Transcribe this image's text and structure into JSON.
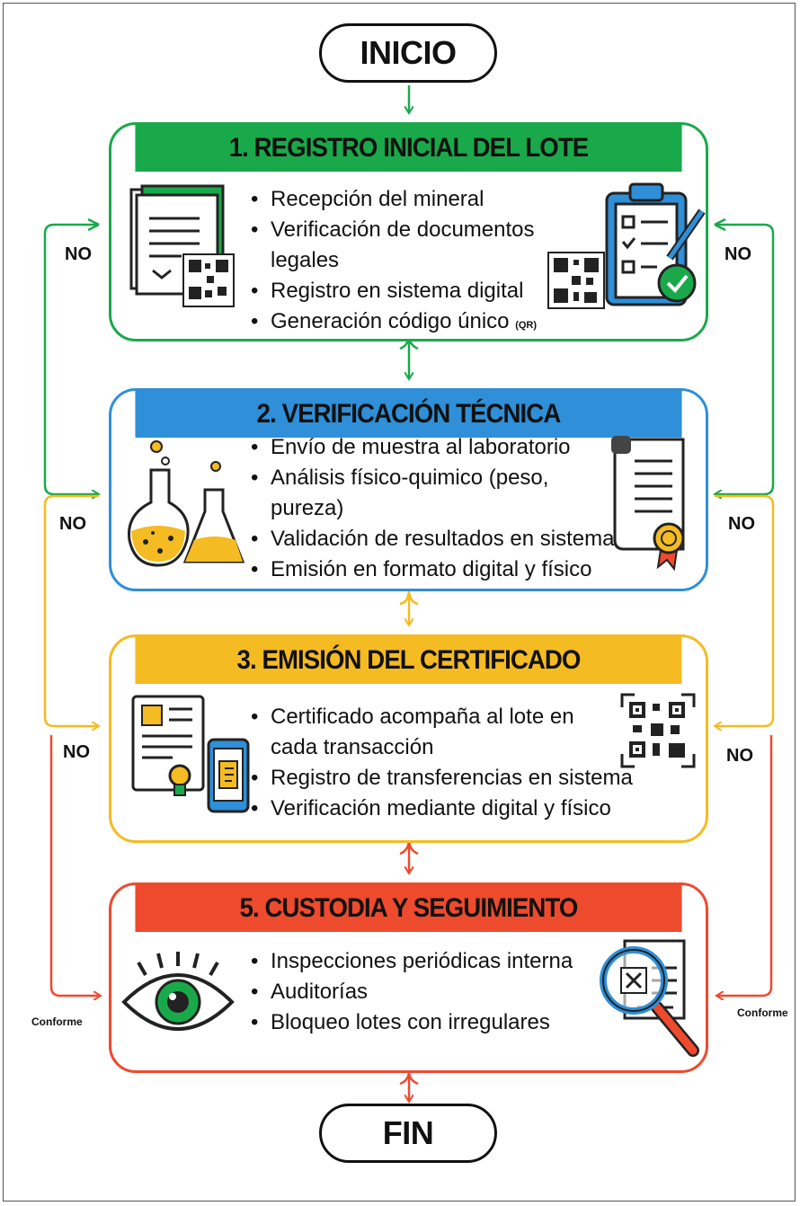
{
  "start_label": "INICIO",
  "end_label": "FIN",
  "colors": {
    "green": "#1aa94a",
    "blue": "#2f8fd8",
    "yellow": "#f5bb22",
    "red": "#ee4a2e",
    "dark": "#222222"
  },
  "stages": [
    {
      "title": "1. REGISTRO INICIAL DEL LOTE",
      "items": [
        "Recepción del mineral",
        "Verificación de documentos legales",
        "Registro en sistema digital",
        "Generación código único"
      ],
      "qr_note": "(QR)"
    },
    {
      "title": "2. VERIFICACIÓN TÉCNICA",
      "items": [
        "Envío de muestra al laboratorio",
        "Análisis físico-quimico (peso, pureza)",
        "Validación de resultados en sistema",
        "Emisión en formato digital y físico"
      ]
    },
    {
      "title": "3. EMISIÓN DEL CERTIFICADO",
      "items": [
        "Certificado acompaña al lote en cada transacción",
        "Registro de transferencias en sistema",
        "Verificación mediante digital y físico"
      ]
    },
    {
      "title": "5. CUSTODIA Y SEGUIMIENTO",
      "items": [
        "Inspecciones periódicas interna",
        "Auditorías",
        "Bloqueo lotes con irregulares"
      ]
    }
  ],
  "loop_labels": {
    "green_left": "NO",
    "green_right": "NO",
    "yellow_left": "NO",
    "yellow_right": "NO",
    "red_left": "NO",
    "red_right": "NO",
    "red_left_bottom": "Conforme",
    "red_right_bottom": "Conforme"
  },
  "icons": [
    "documents-qr-icon",
    "clipboard-checklist-icon",
    "qr-code-icon",
    "flasks-icon",
    "certificate-scroll-icon",
    "certificate-phone-icon",
    "eye-icon",
    "magnifier-document-icon"
  ]
}
